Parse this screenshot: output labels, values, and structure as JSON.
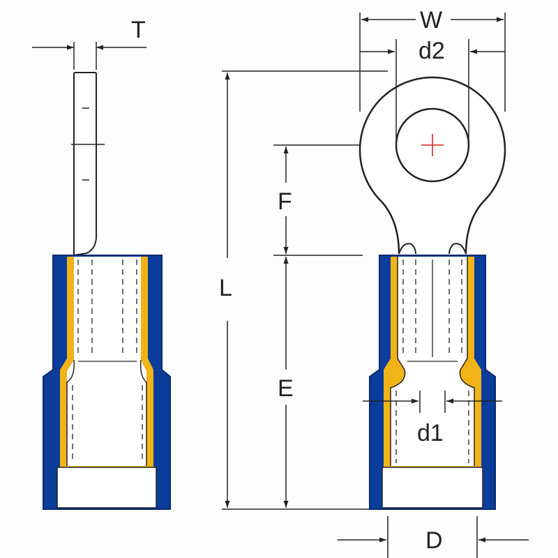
{
  "colors": {
    "sleeve": "#0a3d9c",
    "sleeve_edge": "#062a70",
    "liner": "#f2b316",
    "outline": "#222222",
    "crosshair": "#e03b3b"
  },
  "labels": {
    "T": "T",
    "W": "W",
    "d2": "d2",
    "F": "F",
    "L": "L",
    "E": "E",
    "d1": "d1",
    "D": "D"
  }
}
